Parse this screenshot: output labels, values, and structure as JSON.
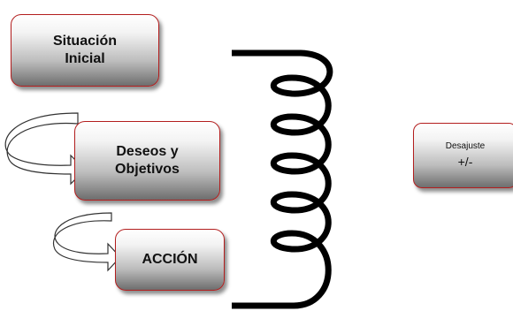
{
  "diagram": {
    "boxes": {
      "situacion": "Situación\nInicial",
      "deseos": "Deseos y\nObjetivos",
      "accion": "ACCIÓN",
      "desajuste_title": "Desajuste",
      "desajuste_value": "+/-"
    },
    "colors": {
      "box_border": "#b31e1e",
      "coil": "#000000"
    },
    "icons": [
      "curved-arrow-icon",
      "curved-arrow-icon",
      "coil-spring-icon"
    ]
  }
}
